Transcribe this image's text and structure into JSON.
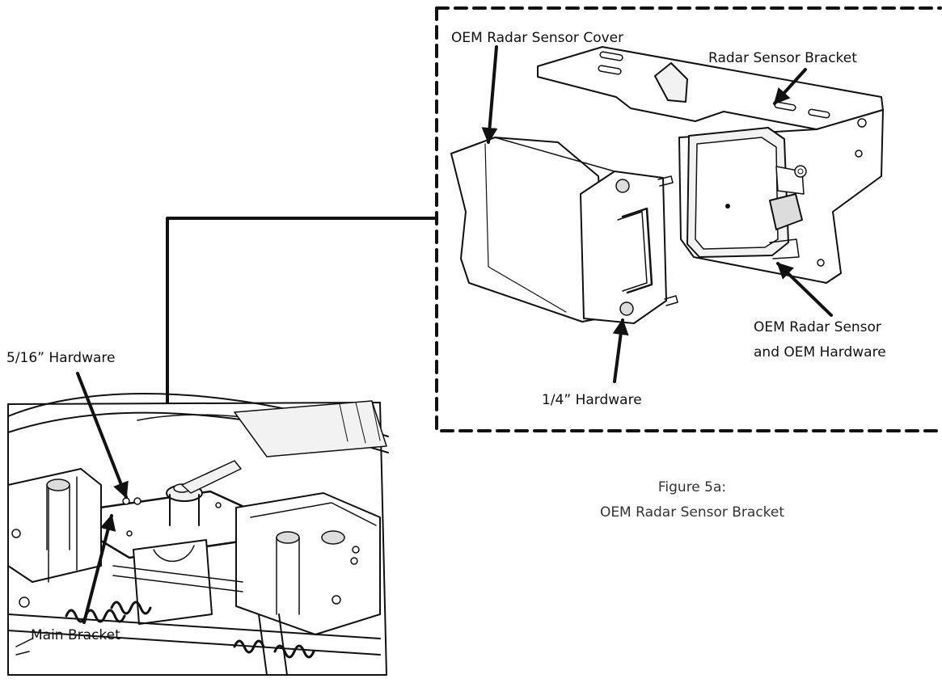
{
  "labels": {
    "oem_radar_sensor_cover": "OEM Radar Sensor Cover",
    "radar_sensor_bracket": "Radar Sensor Bracket",
    "oem_radar_sensor_line1": "OEM Radar Sensor",
    "oem_radar_sensor_line2": "and OEM Hardware",
    "quarter_hardware": "1/4” Hardware",
    "five_sixteenths_hardware": "5/16” Hardware",
    "main_bracket": "Main Bracket"
  },
  "caption": {
    "line1": "Figure 5a:",
    "line2": "OEM Radar  Sensor Bracket"
  }
}
